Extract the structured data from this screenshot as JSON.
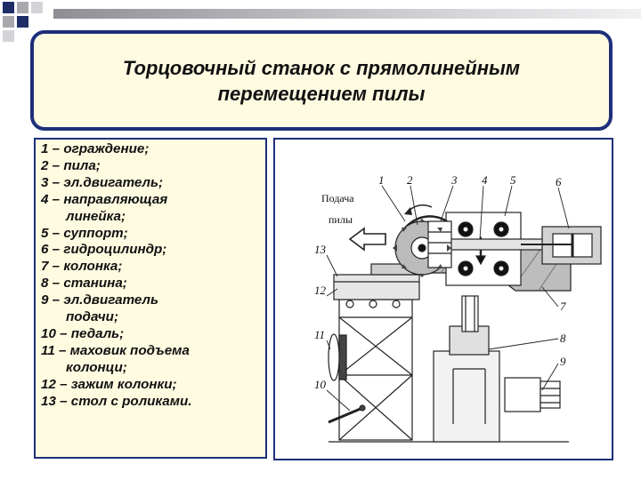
{
  "title": {
    "line1": "Торцовочный станок с прямолинейным",
    "line2": "перемещением пилы"
  },
  "legend": [
    {
      "text": "1 – ограждение;"
    },
    {
      "text": "2 – пила;"
    },
    {
      "text": "3 – эл.двигатель;"
    },
    {
      "text": "4 – направляющая",
      "cont": "линейка;"
    },
    {
      "text": "5 – суппорт;"
    },
    {
      "text": "6 – гидроцилиндр;"
    },
    {
      "text": "7 – колонка;"
    },
    {
      "text": "8 – станина;"
    },
    {
      "text": "9 – эл.двигатель",
      "cont": "подачи;"
    },
    {
      "text": "10 – педаль;"
    },
    {
      "text": "11 – маховик подъема",
      "cont": "колонци;"
    },
    {
      "text": "12 – зажим колонки;"
    },
    {
      "text": "13 – стол с роликами."
    }
  ],
  "diagram": {
    "feed_label_line1": "Подача",
    "feed_label_line2": "пилы",
    "part_numbers": [
      "1",
      "2",
      "3",
      "4",
      "5",
      "6",
      "7",
      "8",
      "9",
      "10",
      "11",
      "12",
      "13"
    ]
  }
}
